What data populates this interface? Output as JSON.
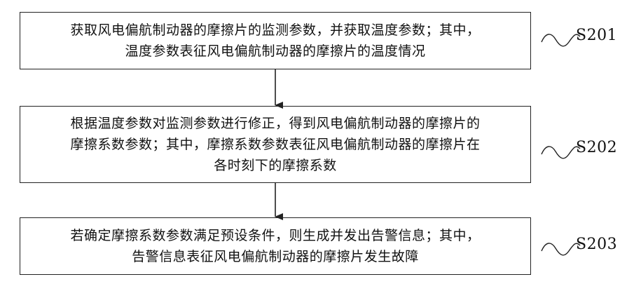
{
  "steps": [
    {
      "id": "S201",
      "lines": [
        "获取风电偏航制动器的摩擦片的监测参数，并获取温度参数；其中，",
        "温度参数表征风电偏航制动器的摩擦片的温度情况"
      ]
    },
    {
      "id": "S202",
      "lines": [
        "根据温度参数对监测参数进行修正，得到风电偏航制动器的摩擦片的",
        "摩擦系数参数；其中，摩擦系数参数表征风电偏航制动器的摩擦片在",
        "各时刻下的摩擦系数"
      ]
    },
    {
      "id": "S203",
      "lines": [
        "若确定摩擦系数参数满足预设条件，则生成并发出告警信息；其中，",
        "告警信息表征风电偏航制动器的摩擦片发生故障"
      ]
    }
  ],
  "colors": {
    "stroke": "#222222",
    "text": "#111111"
  }
}
